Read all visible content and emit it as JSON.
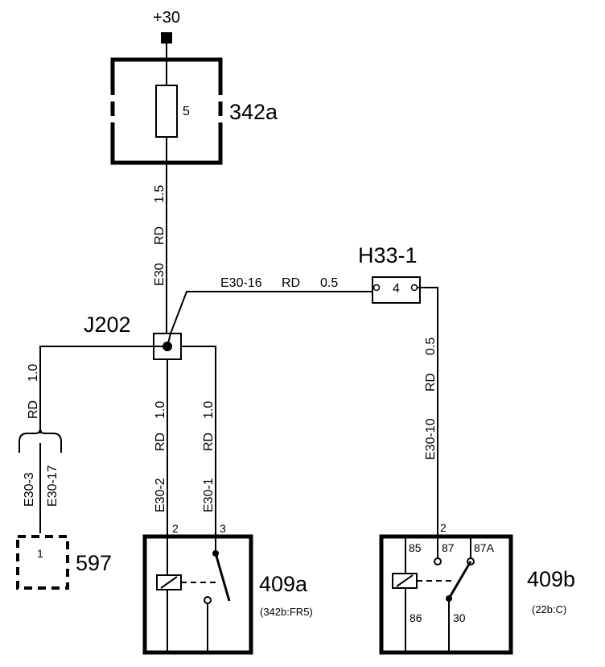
{
  "power": {
    "label": "+30"
  },
  "fuse_box": {
    "id": "342a",
    "fuse_number": "5"
  },
  "wire_main": {
    "code": "E30",
    "color": "RD",
    "size": "1.5"
  },
  "junction": {
    "id": "J202"
  },
  "wire_h33": {
    "code": "E30-16",
    "color": "RD",
    "size": "0.5"
  },
  "connector_h33": {
    "id": "H33-1",
    "pin": "4"
  },
  "wire_right": {
    "code": "E30-10",
    "color": "RD",
    "size": "0.5"
  },
  "wire_left": {
    "color": "RD",
    "size": "1.0",
    "code_a": "E30-3",
    "code_b": "E30-17"
  },
  "component_597": {
    "id": "597",
    "pin": "1"
  },
  "wire_2": {
    "code": "E30-2",
    "color": "RD",
    "size": "1.0"
  },
  "wire_1": {
    "code": "E30-1",
    "color": "RD",
    "size": "1.0"
  },
  "relay_a": {
    "id": "409a",
    "ref": "(342b:FR5)",
    "pin_left": "2",
    "pin_right": "3"
  },
  "relay_b": {
    "id": "409b",
    "ref": "(22b:C)",
    "pin_top": "2",
    "pin_85": "85",
    "pin_87": "87",
    "pin_87a": "87A",
    "pin_86": "86",
    "pin_30": "30"
  }
}
